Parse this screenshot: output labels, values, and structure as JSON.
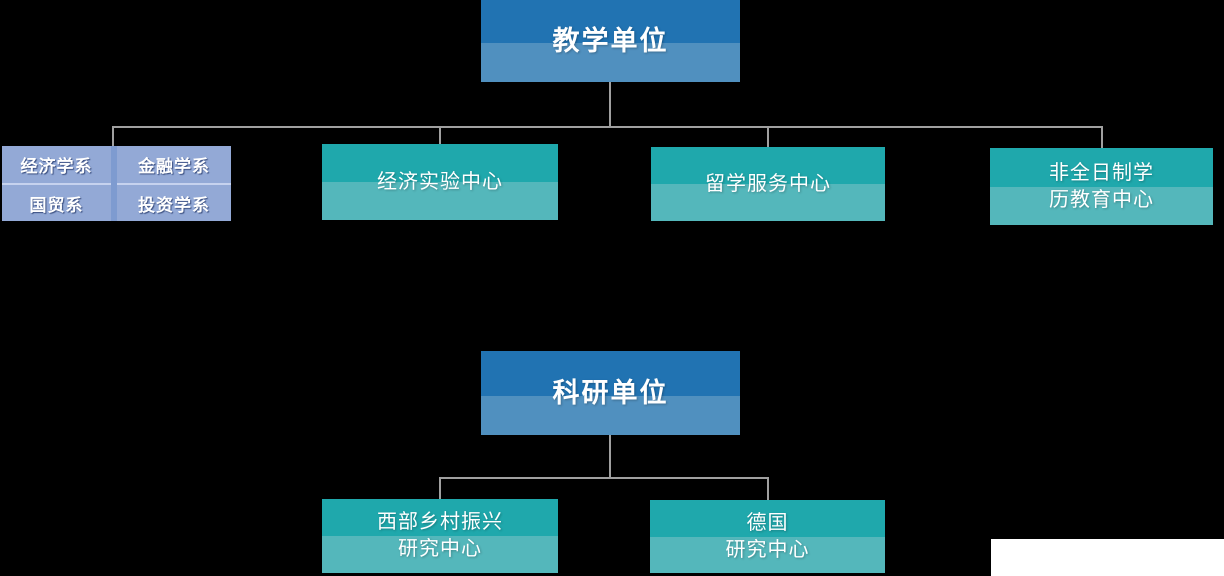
{
  "teaching_chart": {
    "root_label": "教学单位",
    "departments": {
      "econ": "经济学系",
      "finance": "金融学系",
      "trade": "国贸系",
      "investment": "投资学系"
    },
    "centers": {
      "experiment": "经济实验中心",
      "study_abroad": "留学服务中心",
      "part_time_line1": "非全日制学",
      "part_time_line2": "历教育中心"
    }
  },
  "research_chart": {
    "root_label": "科研单位",
    "centers": {
      "western_rural_line1": "西部乡村振兴",
      "western_rural_line2": "研究中心",
      "german_line1": "德国",
      "german_line2": "研究中心"
    }
  },
  "colors": {
    "background": "#000000",
    "root_dark": "#2173B2",
    "root_light": "#5090BF",
    "teal_dark": "#1FA8AC",
    "teal_light": "#54B7BB",
    "lavender": "#93A9D6",
    "lavender_divider_v": "#7E9BD0",
    "lavender_divider_h": "#C6D2EE",
    "connector": "#A0A0A0",
    "text": "#FFFFFF",
    "corner_patch": "#FFFFFF"
  }
}
